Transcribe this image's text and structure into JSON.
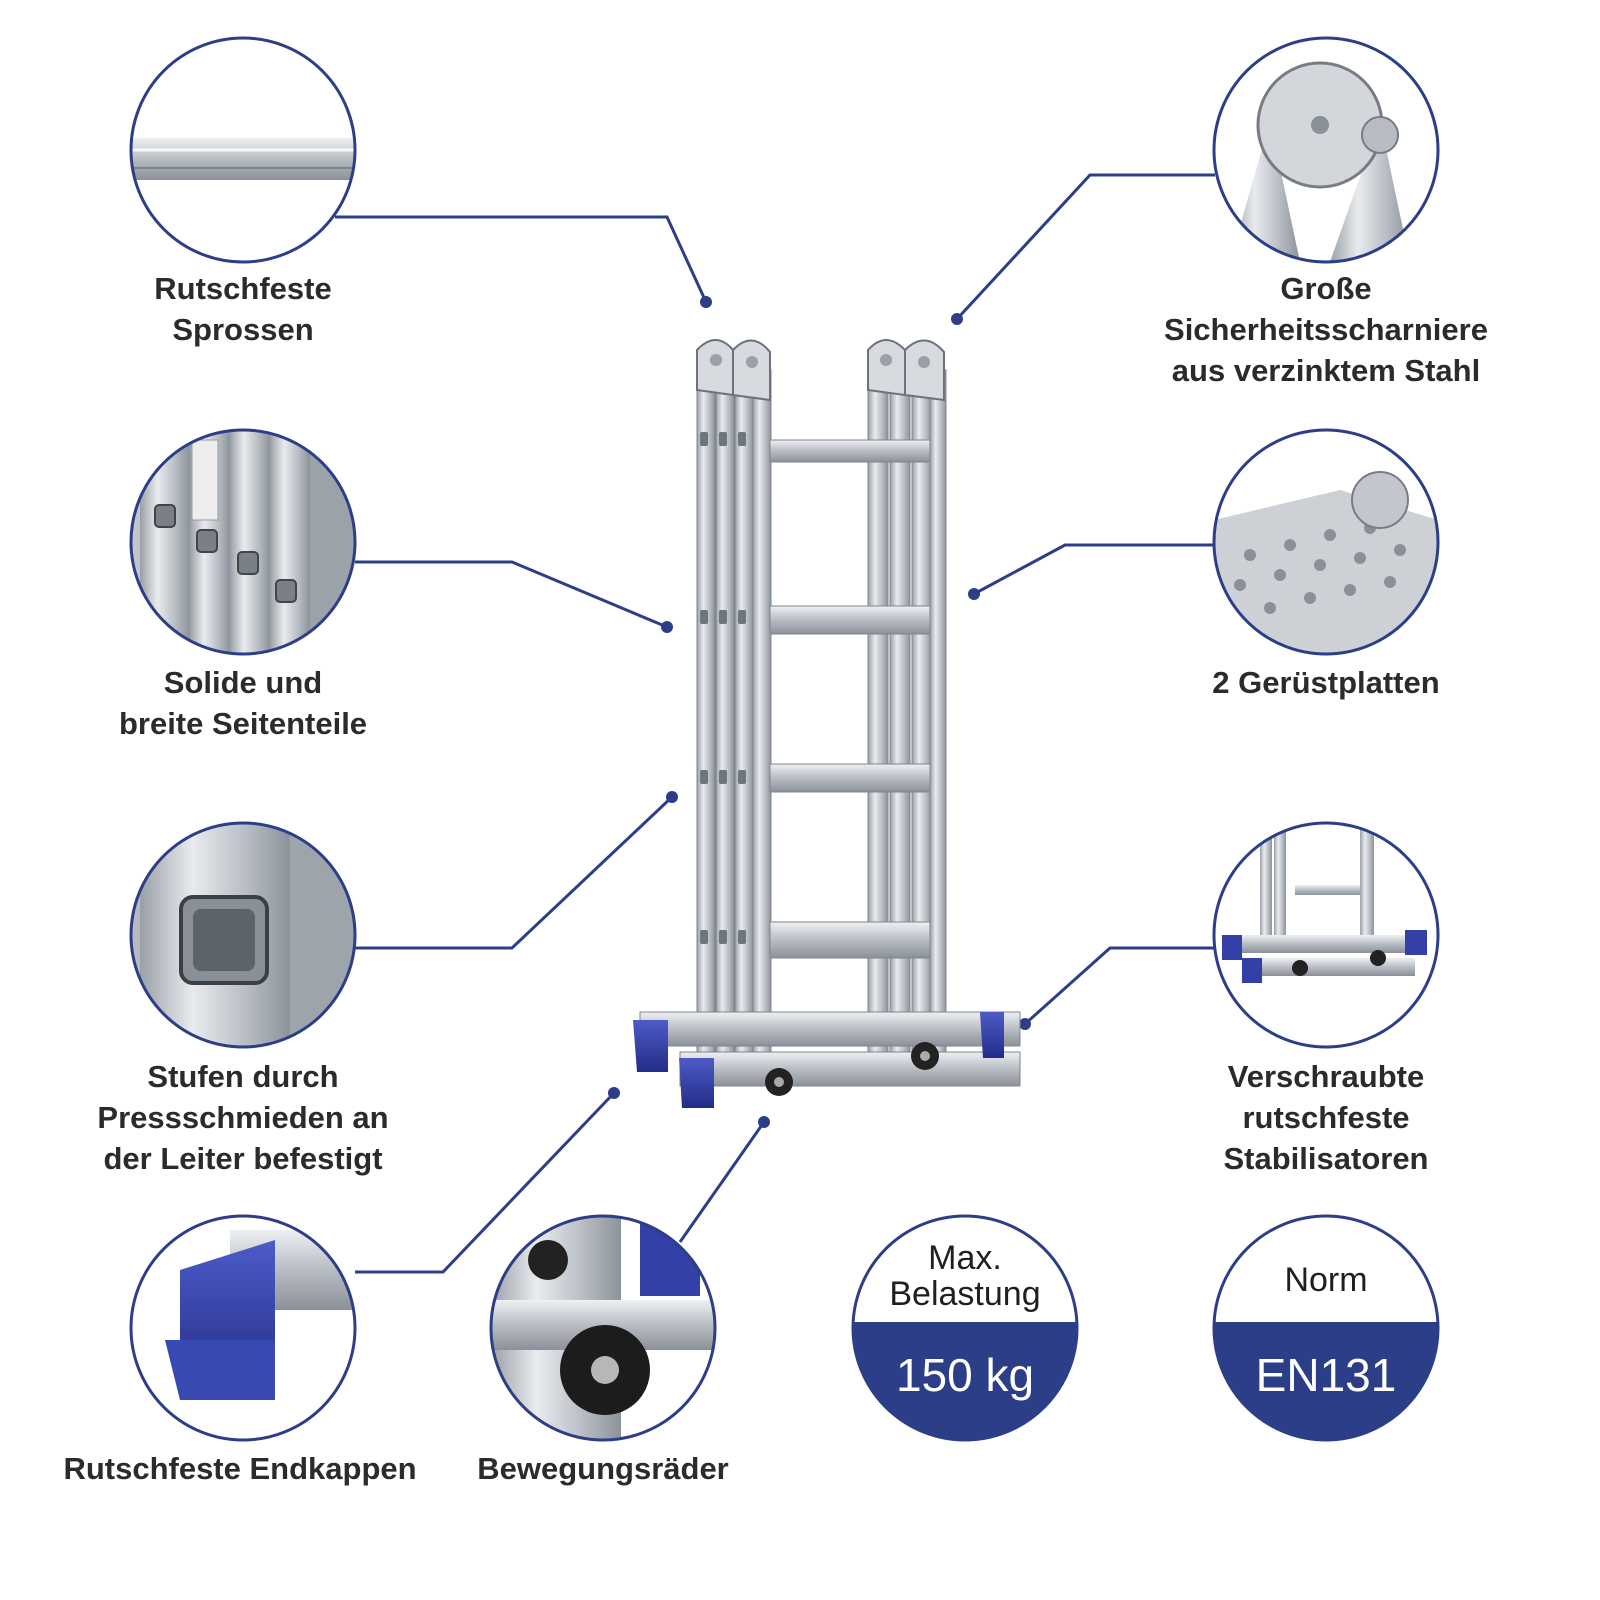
{
  "features": {
    "rungs": {
      "line1": "Rutschfeste",
      "line2": "Sprossen"
    },
    "side_rails": {
      "line1": "Solide und",
      "line2": "breite Seitenteile"
    },
    "pressed_steps": {
      "line1": "Stufen durch",
      "line2": "Pressschmieden an",
      "line3": "der Leiter befestigt"
    },
    "end_caps": {
      "line1": "Rutschfeste Endkappen"
    },
    "wheels": {
      "line1": "Bewegungsräder"
    },
    "hinges": {
      "line1": "Große",
      "line2": "Sicherheitsscharniere",
      "line3": "aus verzinktem Stahl"
    },
    "platforms": {
      "line1": "2 Gerüstplatten"
    },
    "stabilizers": {
      "line1": "Verschraubte",
      "line2": "rutschfeste",
      "line3": "Stabilisatoren"
    }
  },
  "badges": {
    "load": {
      "label_line1": "Max.",
      "label_line2": "Belastung",
      "value": "150 kg"
    },
    "norm": {
      "label_line1": "Norm",
      "value": "EN131"
    }
  },
  "colors": {
    "brand_blue": "#2c3e87",
    "aluminium": "#c9ccd2",
    "aluminium_dark": "#8e939b",
    "end_cap_blue": "#3340a8",
    "text": "#2b2b2b"
  }
}
